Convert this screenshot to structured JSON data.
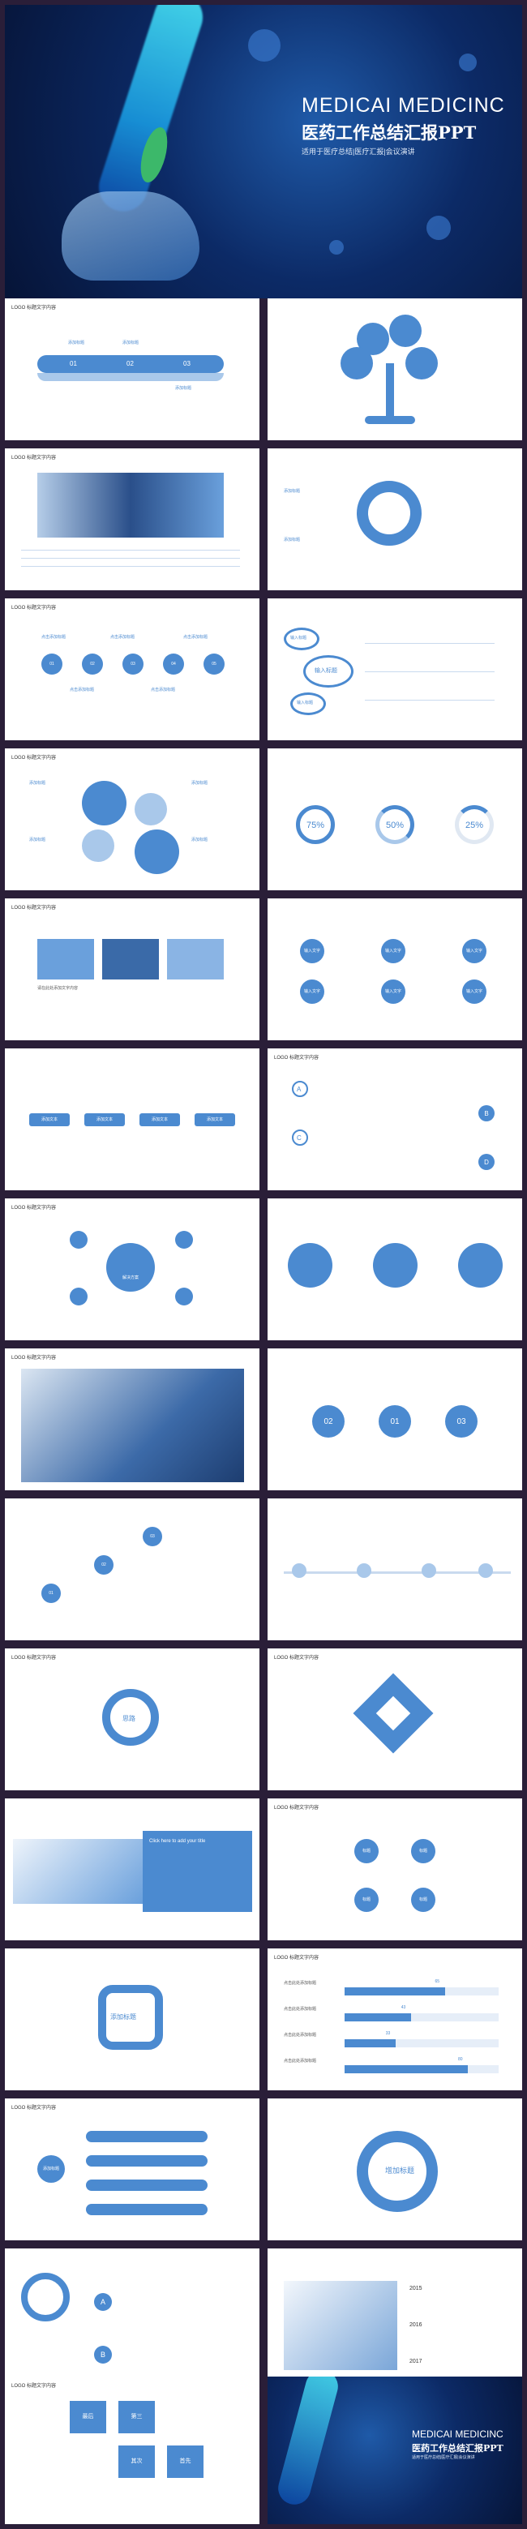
{
  "cover": {
    "title_en": "MEDICAI MEDICINC",
    "title_cn": "医药工作总结汇报PPT",
    "subtitle": "适用于医疗总结|医疗汇报|会议演讲"
  },
  "slide_header": "LOGO  标题文字内容",
  "s1": {
    "labels": [
      "添加标题",
      "添加标题",
      "添加标题"
    ],
    "nums": [
      "01",
      "02",
      "03"
    ]
  },
  "s4": {
    "labels": [
      "点击添加标题",
      "点击添加标题",
      "点击添加标题",
      "点击添加标题",
      "点击添加标题"
    ],
    "nums": [
      "01",
      "02",
      "03",
      "04",
      "05"
    ]
  },
  "s5": {
    "center": "输入标题",
    "left": "输入标题",
    "left2": "输入标题"
  },
  "s7": {
    "labels": [
      "添加标题",
      "添加标题",
      "添加标题",
      "添加标题"
    ]
  },
  "s8": {
    "percents": [
      "75%",
      "50%",
      "25%"
    ]
  },
  "s9": {
    "caption": "请在此处添加文字内容"
  },
  "s10": {
    "items": [
      "输入文字",
      "输入文字",
      "输入文字",
      "输入文字",
      "输入文字",
      "输入文字"
    ]
  },
  "s11": {
    "buttons": [
      "添加文本",
      "添加文本",
      "添加文本",
      "添加文本"
    ]
  },
  "s12": {
    "letters": [
      "A",
      "B",
      "C",
      "D"
    ]
  },
  "s13": {
    "center": "解决方案"
  },
  "s16": {
    "badges": [
      "02",
      "01",
      "03"
    ]
  },
  "s17": {
    "items": [
      "03",
      "02",
      "01"
    ]
  },
  "s19": {
    "center": "思路"
  },
  "s21": {
    "heading": "Click here to add your title"
  },
  "s22": {
    "labels": [
      "标题",
      "标题",
      "标题",
      "标题"
    ]
  },
  "s23": {
    "center": "添加标题"
  },
  "s24": {
    "bars": [
      {
        "label": "点击此处添加标题",
        "value": 65
      },
      {
        "label": "点击此处添加标题",
        "value": 43
      },
      {
        "label": "点击此处添加标题",
        "value": 33
      },
      {
        "label": "点击此处添加标题",
        "value": 80
      }
    ]
  },
  "s25": {
    "center": "添加标题"
  },
  "s26": {
    "center": "增加标题"
  },
  "s27": {
    "letters": [
      "A",
      "B"
    ]
  },
  "s28": {
    "years": [
      "2015",
      "2016",
      "2017"
    ]
  },
  "s29": {
    "cells": [
      "最后",
      "第三",
      "其次",
      "首先"
    ]
  },
  "end": {
    "title_en": "MEDICAI MEDICINC",
    "title_cn": "医药工作总结汇报PPT",
    "subtitle": "适用于医疗总结|医疗汇报|会议演讲"
  },
  "colors": {
    "accent": "#4b8ad0",
    "light": "#a9c8ea",
    "frame": "#2a1e38"
  }
}
